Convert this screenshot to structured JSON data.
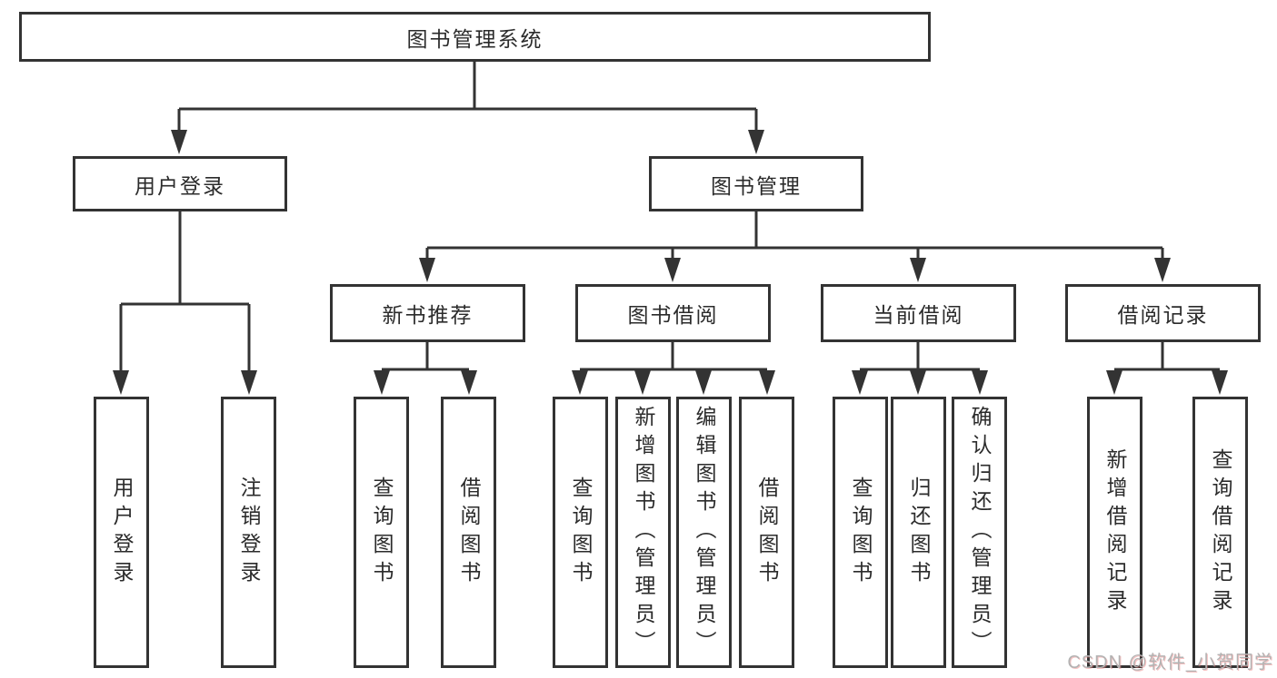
{
  "diagram": {
    "root": {
      "label": "图书管理系统"
    },
    "level2": [
      {
        "label": "用户登录"
      },
      {
        "label": "图书管理"
      }
    ],
    "level3": [
      {
        "label": "新书推荐"
      },
      {
        "label": "图书借阅"
      },
      {
        "label": "当前借阅"
      },
      {
        "label": "借阅记录"
      }
    ],
    "leaves": {
      "user_login": [
        "用户登录",
        "注销登录"
      ],
      "new_book": [
        "查询图书",
        "借阅图书"
      ],
      "book_borrow": [
        "查询图书",
        "新增图书（管理员）",
        "编辑图书（管理员）",
        "借阅图书"
      ],
      "current_borrow": [
        "查询图书",
        "归还图书",
        "确认归还（管理员）"
      ],
      "borrow_record": [
        "新增借阅记录",
        "查询借阅记录"
      ]
    }
  },
  "watermark": {
    "text": "CSDN @软件_小贺同学"
  },
  "colors": {
    "line": "#333333",
    "text": "#2b2b2b",
    "watermark": "#b3b3b3"
  }
}
